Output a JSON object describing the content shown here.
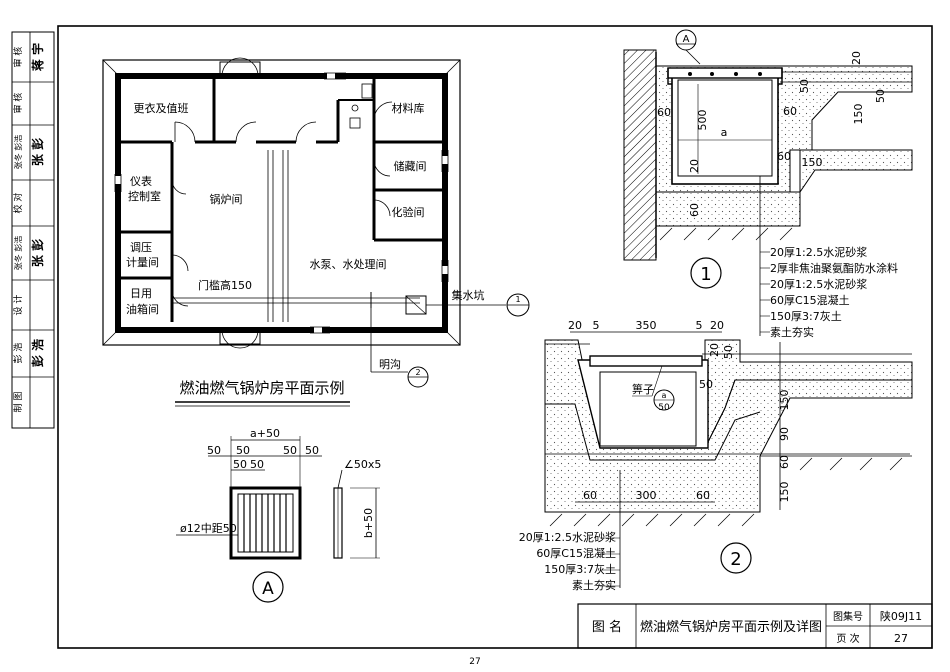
{
  "sidebar": {
    "rows": [
      {
        "role": "审 核",
        "sign": "蒋 宇"
      },
      {
        "role": "审 核",
        "sign": ""
      },
      {
        "role": "张冬 彭浩",
        "sign": "张 彭"
      },
      {
        "role": "校 对",
        "sign": ""
      },
      {
        "role": "张冬 彭浩",
        "sign": "张 彭"
      },
      {
        "role": "设 计",
        "sign": ""
      },
      {
        "role": "彭 浩",
        "sign": "彭 浩"
      },
      {
        "role": "制 图",
        "sign": ""
      }
    ]
  },
  "plan": {
    "title": "燃油燃气锅炉房平面示例",
    "rooms": {
      "locker": "更衣及值班",
      "material": "材料库",
      "storage": "储藏间",
      "lab": "化验间",
      "instrument_1": "仪表",
      "instrument_2": "控制室",
      "boiler": "锅炉间",
      "pressure_1": "调压",
      "pressure_2": "计量间",
      "oil_1": "日用",
      "oil_2": "油箱间",
      "sill": "门槛高150",
      "pump": "水泵、水处理间"
    },
    "callouts": {
      "sump": "集水坑",
      "sump_ref": "1",
      "trench": "明沟",
      "trench_ref": "2"
    }
  },
  "grate": {
    "label": "A",
    "dim_top": "a+50",
    "dim_50_left": "50",
    "dim_50_a": "50",
    "dim_50_b": "50",
    "dim_50_right": "50",
    "dim_50_c": "50",
    "dim_50_d": "50",
    "angle": "∠50x5",
    "rod": "ø12中距50",
    "dim_side": "b+50"
  },
  "detail1": {
    "number": "1",
    "ref": "A",
    "dims": {
      "d20": "20",
      "d50a": "50",
      "d60a": "60",
      "d500": "500",
      "a": "a",
      "d20b": "20",
      "d60b": "60",
      "d150": "150",
      "d60c": "60",
      "d150v": "150",
      "d50b": "50",
      "d60d": "60"
    },
    "layers": [
      "20厚1:2.5水泥砂浆",
      "2厚非焦油聚氨酯防水涂料",
      "20厚1:2.5水泥砂浆",
      "60厚C15混凝土",
      "150厚3:7灰土",
      "素土夯实"
    ]
  },
  "detail2": {
    "number": "2",
    "grate_label": "箅子",
    "grate_ref_top": "a",
    "grate_ref_bottom": "50",
    "dims": {
      "t20a": "20",
      "t5a": "5",
      "t350": "350",
      "t5b": "5",
      "t20b": "20",
      "r20": "20",
      "r50": "50",
      "r50b": "50",
      "r150": "150",
      "r90": "90",
      "r60": "60",
      "r150b": "150",
      "b60a": "60",
      "b300": "300",
      "b60b": "60"
    },
    "layers": [
      "20厚1:2.5水泥砂浆",
      "60厚C15混凝土",
      "150厚3:7灰土",
      "素土夯实"
    ]
  },
  "titleblock": {
    "name_label": "图 名",
    "name": "燃油燃气锅炉房平面示例及详图",
    "atlas_label": "图集号",
    "atlas": "陕09J11",
    "page_label": "页 次",
    "page": "27"
  },
  "footer_page": "27"
}
